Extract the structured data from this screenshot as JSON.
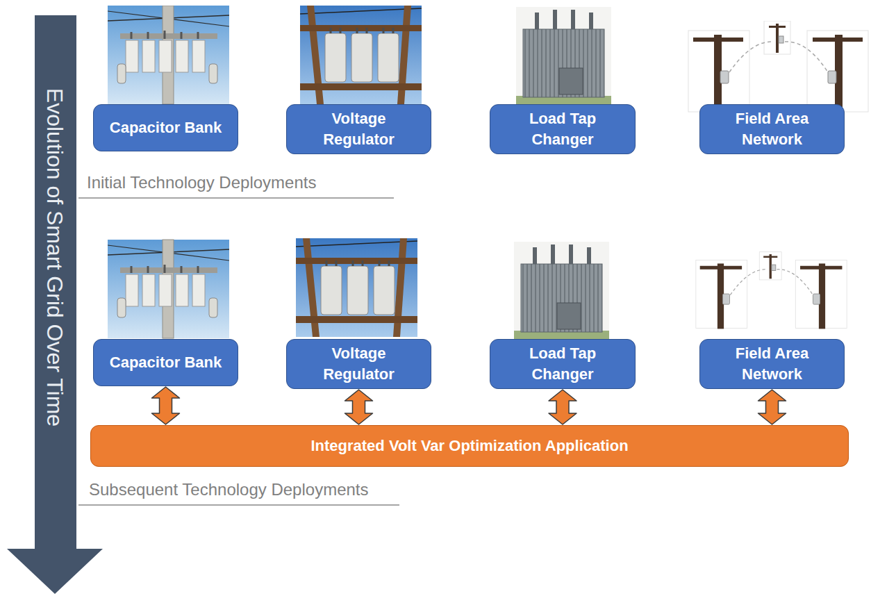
{
  "diagram": {
    "nodes": [
      {
        "text": [
          "Evolution of Smart Grid Over Time"
        ]
      },
      {
        "text": [
          "Capacitor Bank"
        ]
      },
      {
        "text": [
          "Voltage Regulator"
        ]
      },
      {
        "text": [
          "Load Tap Changer"
        ]
      },
      {
        "text": [
          "Field Area Network"
        ]
      },
      {
        "text": [
          "Capacitor Bank"
        ]
      },
      {
        "text": [
          "Voltage Regulator"
        ]
      },
      {
        "text": [
          "Load Tap Changer"
        ]
      },
      {
        "text": [
          "Field Area Network"
        ]
      },
      {
        "text": [
          "Integrated Volt Var Optimization Application"
        ]
      }
    ],
    "edges": [
      {
        "from": 5,
        "to": 9,
        "arrow": "both"
      },
      {
        "from": 6,
        "to": 9,
        "arrow": "both"
      },
      {
        "from": 7,
        "to": 9,
        "arrow": "both"
      },
      {
        "from": 8,
        "to": 9,
        "arrow": "both"
      }
    ],
    "labels": [
      "Initial Technology Deployments",
      "Subsequent Technology Deployments"
    ]
  }
}
